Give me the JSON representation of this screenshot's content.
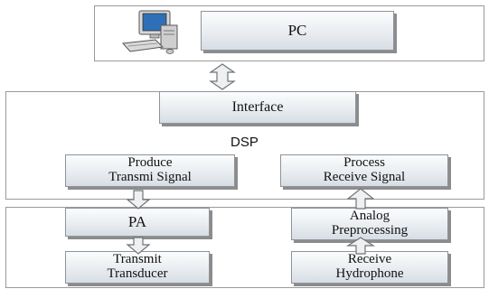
{
  "diagram": {
    "pc_box": "PC",
    "interface_box": "Interface",
    "dsp_label": "DSP",
    "produce_box": [
      "Produce",
      "Transmi Signal"
    ],
    "process_box": [
      "Process",
      "Receive Signal"
    ],
    "pa_box": "PA",
    "analog_box": [
      "Analog",
      "Preprocessing"
    ],
    "transmit_box": [
      "Transmit",
      "Transducer"
    ],
    "receive_box": [
      "Receive",
      "Hydrophone"
    ]
  },
  "icons": {
    "pc": "desktop-computer-icon"
  }
}
